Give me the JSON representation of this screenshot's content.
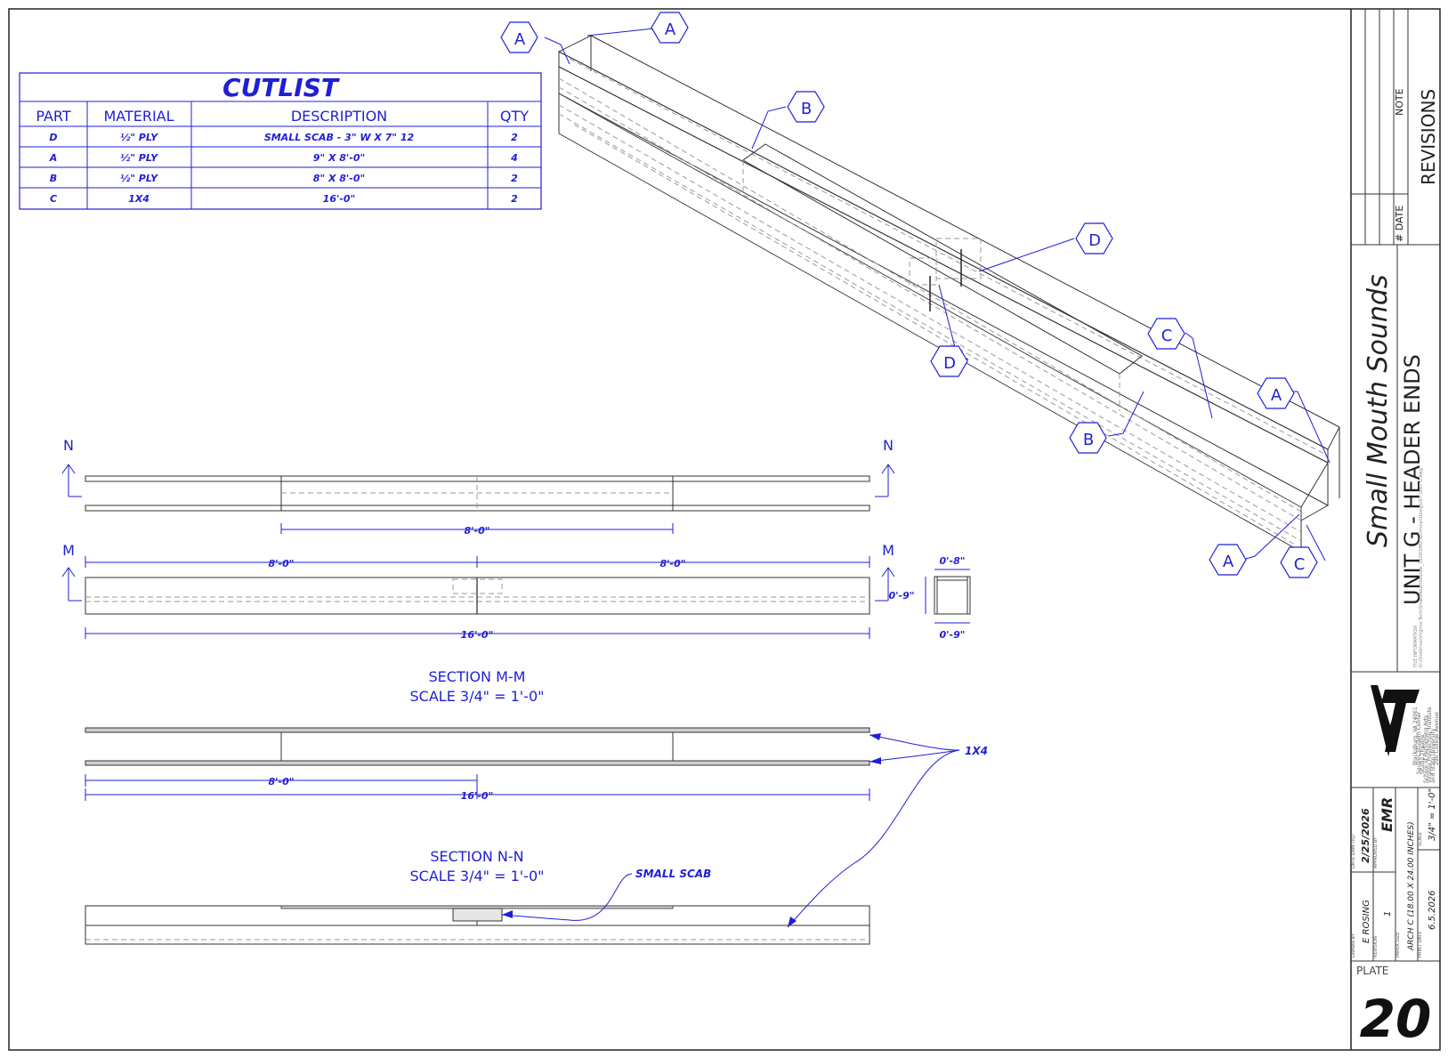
{
  "cutlist": {
    "title": "CUTLIST",
    "headers": [
      "PART",
      "MATERIAL",
      "DESCRIPTION",
      "QTY"
    ],
    "rows": [
      [
        "D",
        "½\" PLY",
        "SMALL SCAB - 3\" W X 7\" 12",
        "2"
      ],
      [
        "A",
        "½\" PLY",
        "9\" X 8'-0\"",
        "4"
      ],
      [
        "B",
        "½\" PLY",
        "8\" X 8'-0\"",
        "2"
      ],
      [
        "C",
        "1X4",
        "16'-0\"",
        "2"
      ]
    ]
  },
  "callouts": {
    "a": "A",
    "b": "B",
    "c": "C",
    "d": "D"
  },
  "views": {
    "n": "N",
    "m": "M",
    "dim_8ft": "8'-0\"",
    "dim_16ft": "16'-0\"",
    "dim_0_8": "0'-8\"",
    "dim_0_9": "0'-9\"",
    "section_mm": "SECTION M-M",
    "section_nn": "SECTION N-N",
    "scale": "SCALE 3/4\" = 1'-0\"",
    "note_1x4": "1X4",
    "note_small_scab": "SMALL SCAB"
  },
  "titleblock": {
    "revisions": "REVISIONS",
    "note": "NOTE",
    "rev_date": "# DATE",
    "company": "Small Mouth Sounds",
    "title": "UNIT G - HEADER ENDS",
    "file_path": "D:\\OneDrive\\Virginia Tech\\SmallMouthSounds_2026\\SMS\\Technical\\Design\\07 UNIT G.dwg",
    "file_label": "FILE INFORMATION",
    "school_lines": [
      "Virginia Polytechnic Institute",
      "and State University",
      "School of Performing Arts",
      "Studio Theatre",
      "Squires Student Center",
      "290 College Avenue",
      "Blacksburg, VA 24061"
    ],
    "drawn_by_label": "DRAWN BY",
    "drawn_by": "E ROSING",
    "date_drawn_label": "DATE DRAFTED",
    "date_drawn": "2/25/2026",
    "revision_label": "REVISION",
    "revision": "1",
    "approved_label": "APPROVED BY",
    "approved": "EMR",
    "paper_label": "PAPER SIZE",
    "paper": "ARCH C (18.00 X 24.00 INCHES)",
    "print_date_label": "PRINT DATE",
    "print_date": "6.5.2026",
    "scale_label": "SCALE",
    "scale": "3/4\" = 1'-0\"",
    "plate_label": "PLATE",
    "plate": "20"
  }
}
